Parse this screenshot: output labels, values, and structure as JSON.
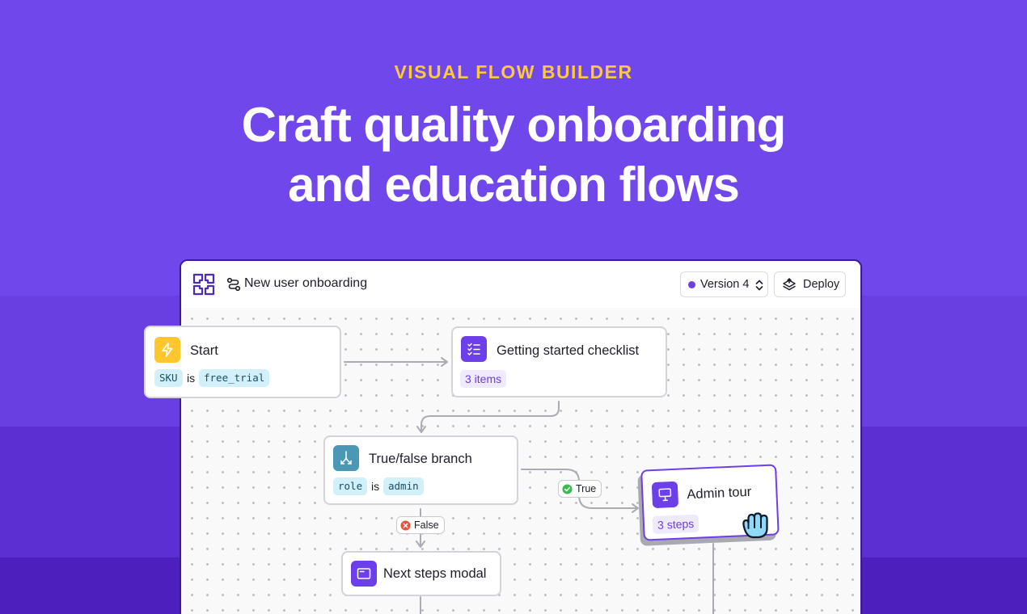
{
  "hero": {
    "eyebrow": "VISUAL FLOW BUILDER",
    "headline_line1": "Craft quality onboarding",
    "headline_line2": "and education flows"
  },
  "app": {
    "flow_title": "New user onboarding",
    "version_label": "Version 4",
    "deploy_label": "Deploy"
  },
  "nodes": {
    "start": {
      "title": "Start",
      "cond_field": "SKU",
      "cond_op": "is",
      "cond_value": "free_trial"
    },
    "checklist": {
      "title": "Getting started checklist",
      "badge": "3 items"
    },
    "branch": {
      "title": "True/false branch",
      "cond_field": "role",
      "cond_op": "is",
      "cond_value": "admin"
    },
    "admin_tour": {
      "title": "Admin tour",
      "badge": "3 steps"
    },
    "modal": {
      "title": "Next steps modal"
    }
  },
  "edges": {
    "true_label": "True",
    "false_label": "False"
  },
  "colors": {
    "brand_purple": "#7047EB",
    "eyebrow_yellow": "#FFC93D",
    "start_icon_bg": "#FFC62E",
    "step_icon_bg": "#6D3FE8",
    "branch_icon_bg": "#4A98B6",
    "true_green": "#3FB950",
    "false_red": "#E5533D"
  }
}
